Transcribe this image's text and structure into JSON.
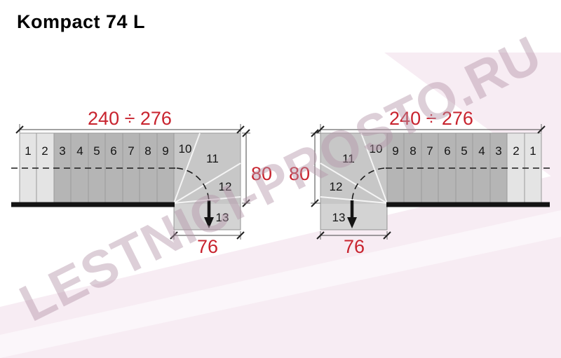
{
  "title": "Kompact 74 L",
  "watermark": "LESTNICI-PROSTO.RU",
  "colors": {
    "dimension_red": "#c8232e",
    "step_dark": "#b5b5b5",
    "step_light": "#e4e4e4",
    "winder_gray": "#c7c7c7",
    "background_pink": "#f7ecf3"
  },
  "left_stair": {
    "dim_top": "240 ÷ 276",
    "dim_width": "80",
    "dim_bottom": "76",
    "steps": [
      "1",
      "2",
      "3",
      "4",
      "5",
      "6",
      "7",
      "8",
      "9",
      "10",
      "11",
      "12",
      "13"
    ]
  },
  "right_stair": {
    "dim_top": "240 ÷ 276",
    "dim_width": "80",
    "dim_bottom": "76",
    "steps": [
      "1",
      "2",
      "3",
      "4",
      "5",
      "6",
      "7",
      "8",
      "9",
      "10",
      "11",
      "12",
      "13"
    ]
  }
}
